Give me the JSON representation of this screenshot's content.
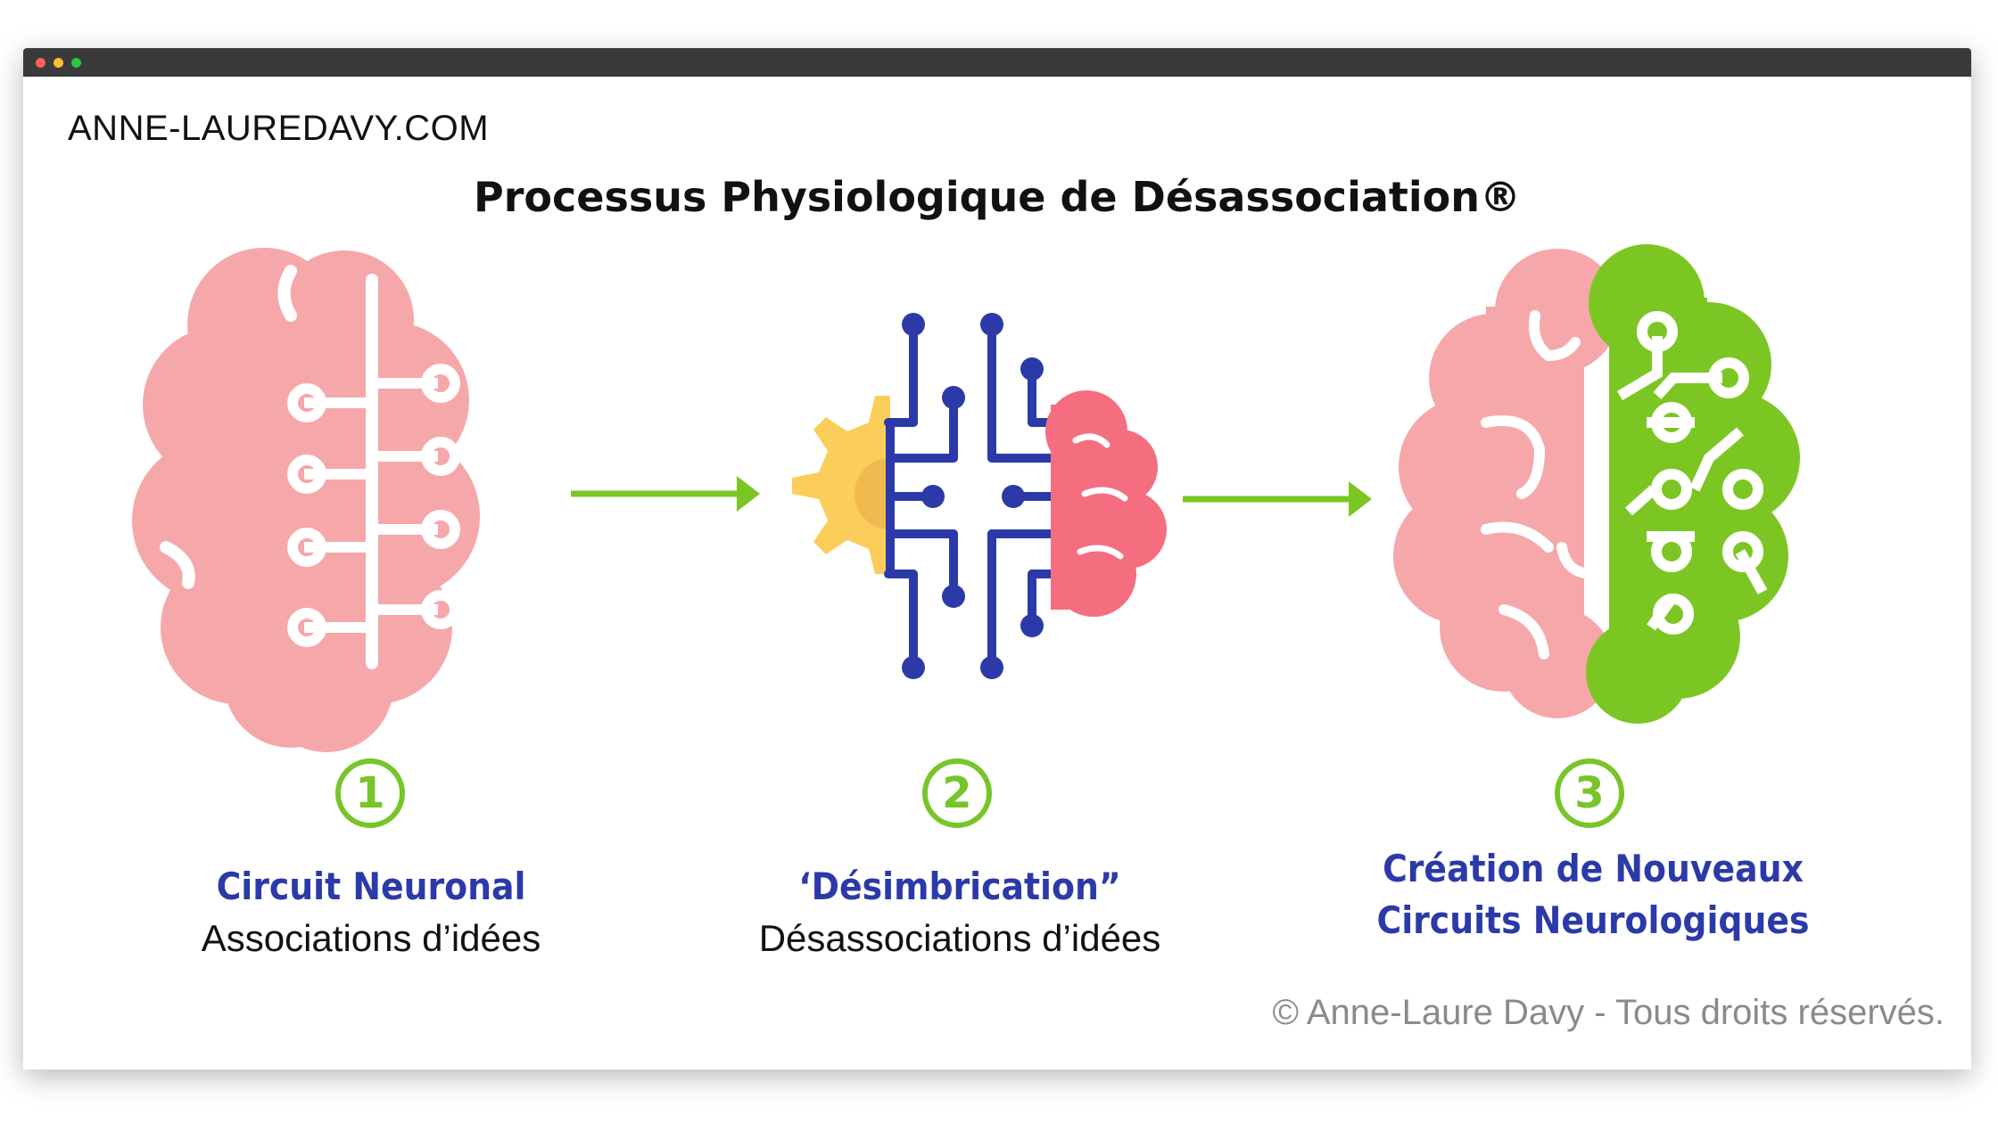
{
  "site": "ANNE-LAUREDAVY.COM",
  "title": "Processus Physiologique de Désassociation®",
  "steps": [
    {
      "number": "1",
      "title": "Circuit Neuronal",
      "subtitle": "Associations d’idées"
    },
    {
      "number": "2",
      "title": "‘Désimbrication”",
      "subtitle": "Désassociations d’idées"
    },
    {
      "number": "3",
      "title_line1": "Création de Nouveaux",
      "title_line2": "Circuits Neurologiques"
    }
  ],
  "copyright": "© Anne-Laure Davy - Tous droits réservés.",
  "colors": {
    "pink": "#f6a7aa",
    "green": "#7cc623",
    "navy": "#2b3aa8",
    "yellow": "#fbcd5a",
    "red": "#f46e7f"
  },
  "icons": [
    "brain-circuit-icon",
    "gear-circuit-brain-icon",
    "half-brain-circuit-icon",
    "arrow-right-icon"
  ]
}
